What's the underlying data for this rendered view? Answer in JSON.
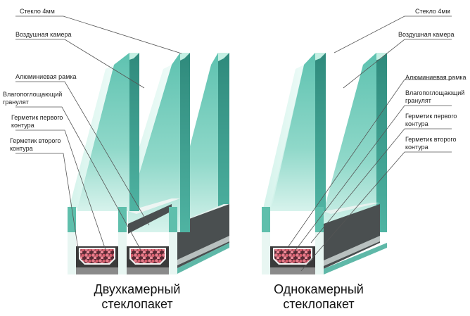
{
  "left_unit": {
    "title": "Двухкамерный\nстеклопакет",
    "labels": [
      {
        "id": "glass",
        "text": "Стекло 4мм"
      },
      {
        "id": "air",
        "text": "Воздушная камера"
      },
      {
        "id": "frame",
        "text": "Алюминиевая рамка"
      },
      {
        "id": "desiccant",
        "text": "Влагопоглощающий\nгранулят"
      },
      {
        "id": "seal1",
        "text": "Герметик первого\nконтура"
      },
      {
        "id": "seal2",
        "text": "Герметик второго\nконтура"
      }
    ]
  },
  "right_unit": {
    "title": "Однокамерный\nстеклопакет",
    "labels": [
      {
        "id": "glass",
        "text": "Стекло 4мм"
      },
      {
        "id": "air",
        "text": "Воздушная камера"
      },
      {
        "id": "frame",
        "text": "Алюминиевая рамка"
      },
      {
        "id": "desiccant",
        "text": "Влагопоглощающий\nгранулят"
      },
      {
        "id": "seal1",
        "text": "Герметик первого\nконтура"
      },
      {
        "id": "seal2",
        "text": "Герметик второго\nконтура"
      }
    ]
  },
  "colors": {
    "glass_front": "#7fd0c0",
    "glass_side": "#3e9c8e",
    "glass_top": "#bfeee2",
    "spacer_dark": "#3a3a3a",
    "spacer_grey": "#8a8a8a",
    "granule": "#e0707f",
    "leader": "#555555"
  }
}
